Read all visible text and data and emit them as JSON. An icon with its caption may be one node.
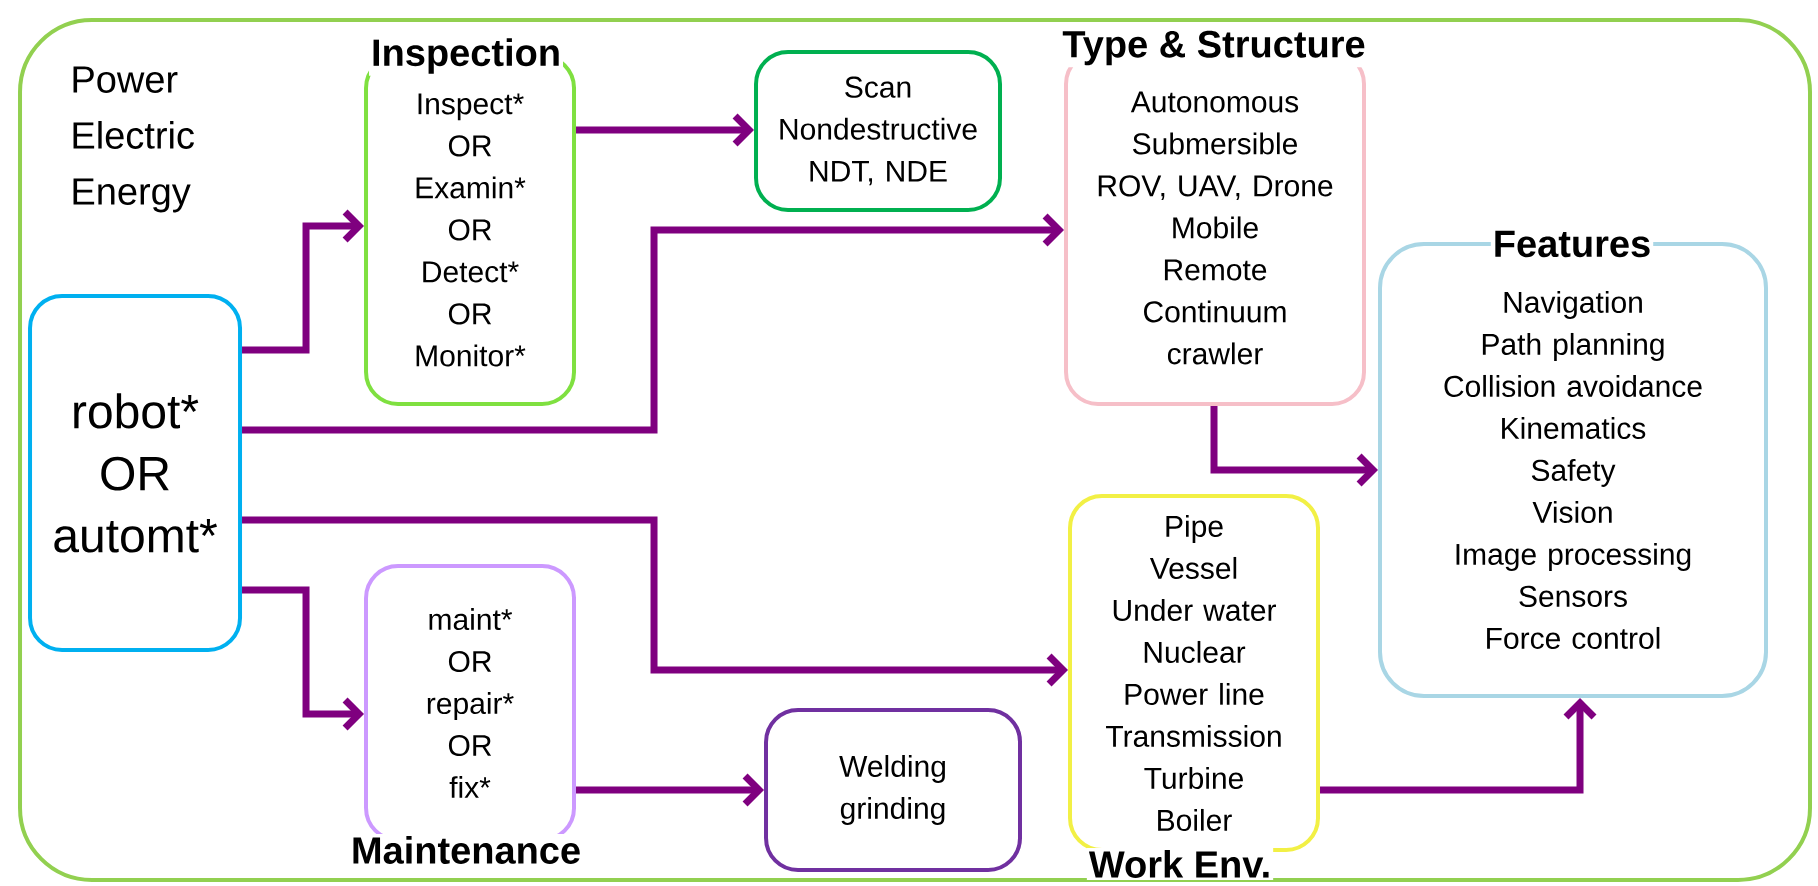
{
  "diagram": {
    "nodes": [
      {
        "text": [
          "Power Electric Energy"
        ]
      },
      {
        "text": [
          "robot* OR automt*"
        ],
        "in": 0
      },
      {
        "text": [
          "Inspection",
          "Inspect* OR Examin* OR Detect* OR Monitor*"
        ],
        "in": 0
      },
      {
        "text": [
          "Scan Nondestructive NDT, NDE"
        ],
        "in": 0
      },
      {
        "text": [
          "Type & Structure",
          "Autonomous Submersible ROV, UAV, Drone Mobile Remote Continuum crawler"
        ],
        "in": 0
      },
      {
        "text": [
          "Features",
          "Navigation Path planning Collision avoidance Kinematics Safety Vision Image processing Sensors Force control"
        ],
        "in": 0
      },
      {
        "text": [
          "maint* OR repair* OR fix*",
          "Maintenance"
        ],
        "in": 0
      },
      {
        "text": [
          "Welding grinding"
        ],
        "in": 0
      },
      {
        "text": [
          "Pipe Vessel Under water Nuclear Power line Transmission Turbine Boiler",
          "Work Env."
        ],
        "in": 0
      }
    ],
    "edges": [
      {
        "from": 1,
        "to": 2,
        "arrow": "to"
      },
      {
        "from": 2,
        "to": 3,
        "arrow": "to"
      },
      {
        "from": 1,
        "to": 4,
        "arrow": "to"
      },
      {
        "from": 1,
        "to": 8,
        "arrow": "to"
      },
      {
        "from": 1,
        "to": 6,
        "arrow": "to"
      },
      {
        "from": 6,
        "to": 7,
        "arrow": "to"
      },
      {
        "from": 4,
        "to": 5,
        "arrow": "to"
      },
      {
        "from": 8,
        "to": 5,
        "arrow": "to"
      }
    ]
  }
}
